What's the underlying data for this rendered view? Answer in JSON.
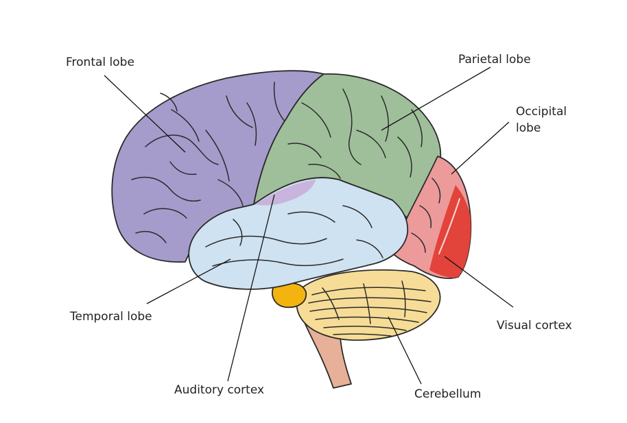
{
  "labels": {
    "frontal": "Frontal lobe",
    "parietal": "Parietal lobe",
    "occipital_line1": "Occipital",
    "occipital_line2": "lobe",
    "temporal": "Temporal lobe",
    "visual": "Visual cortex",
    "auditory": "Auditory cortex",
    "cerebellum": "Cerebellum"
  },
  "colors": {
    "frontal": "#a59ccc",
    "parietal": "#9fbf9a",
    "occipital": "#ec9a9a",
    "visual": "#e2433a",
    "temporal": "#cfe2f1",
    "auditory": "#c8b4dc",
    "cerebellum": "#f6dc96",
    "pons": "#f3b40f",
    "brainstem": "#e7b098"
  }
}
